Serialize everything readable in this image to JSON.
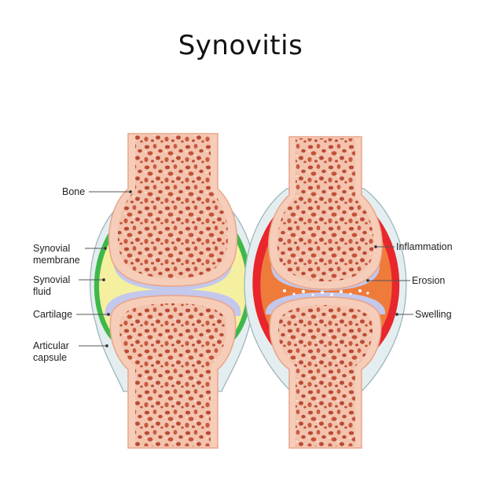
{
  "title": "Synovitis",
  "left_labels": {
    "bone": "Bone",
    "synovial_membrane": "Synovial\nmembrane",
    "synovial_fluid": "Synovial\nfluid",
    "cartilage": "Cartilage",
    "articular_capsule": "Articular\ncapsule"
  },
  "right_labels": {
    "inflammation": "Inflammation",
    "erosion": "Erosion",
    "swelling": "Swelling"
  },
  "colors": {
    "bone_fill": "#f6cdb9",
    "bone_outline": "#e8a58a",
    "spongy": "#c4563f",
    "capsule": "#e4eef0",
    "capsule_outline": "#9fb5ba",
    "membrane": "#3fb84a",
    "fluid": "#f5f0a0",
    "cartilage": "#c3c8ec",
    "inflammation_red": "#e8262c",
    "inflammation_orange": "#ef7b3b"
  }
}
